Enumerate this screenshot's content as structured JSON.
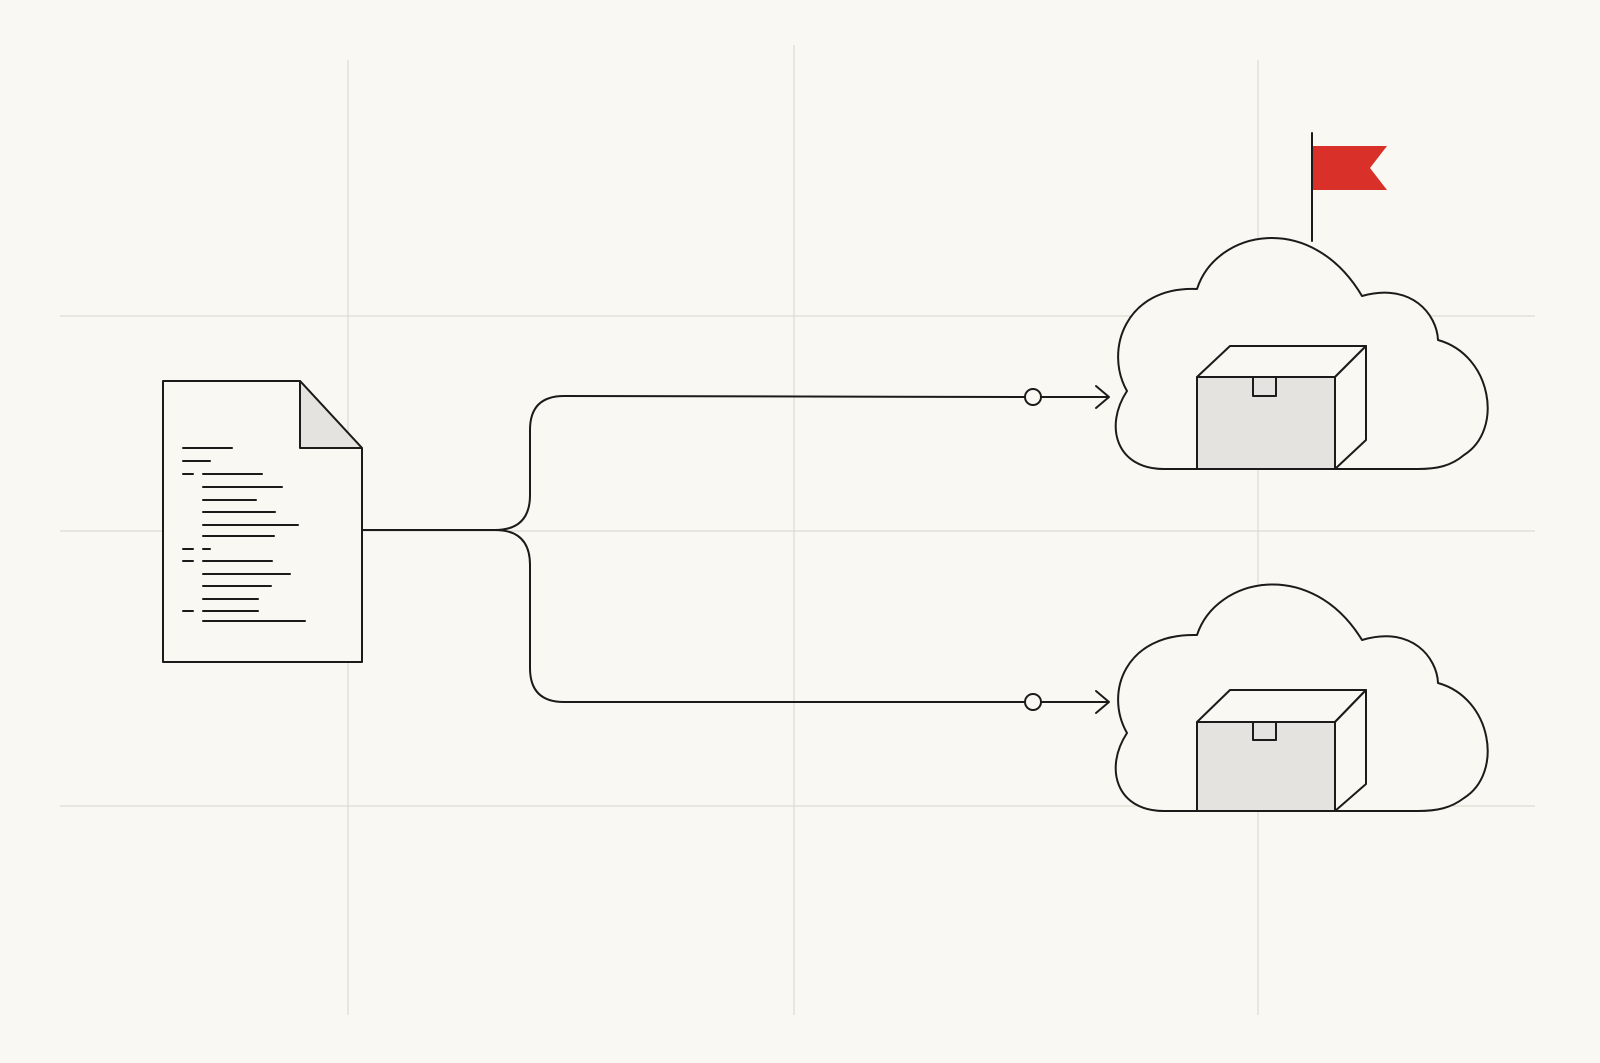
{
  "colors": {
    "background": "#faf8f2",
    "grid": "#dcdad4",
    "ink": "#1b1b1b",
    "box_fill": "#e4e3df",
    "flag": "#d9302a"
  },
  "nodes": {
    "source": {
      "icon": "source-file-icon"
    },
    "targets": [
      {
        "icon": "cloud-icon",
        "content_icon": "package-box-icon",
        "marker_icon": "red-flag-icon",
        "flagged": true
      },
      {
        "icon": "cloud-icon",
        "content_icon": "package-box-icon",
        "flagged": false
      }
    ]
  },
  "connectors": {
    "shape": "fork",
    "branches": 2,
    "end_markers": "circle-and-arrow"
  }
}
